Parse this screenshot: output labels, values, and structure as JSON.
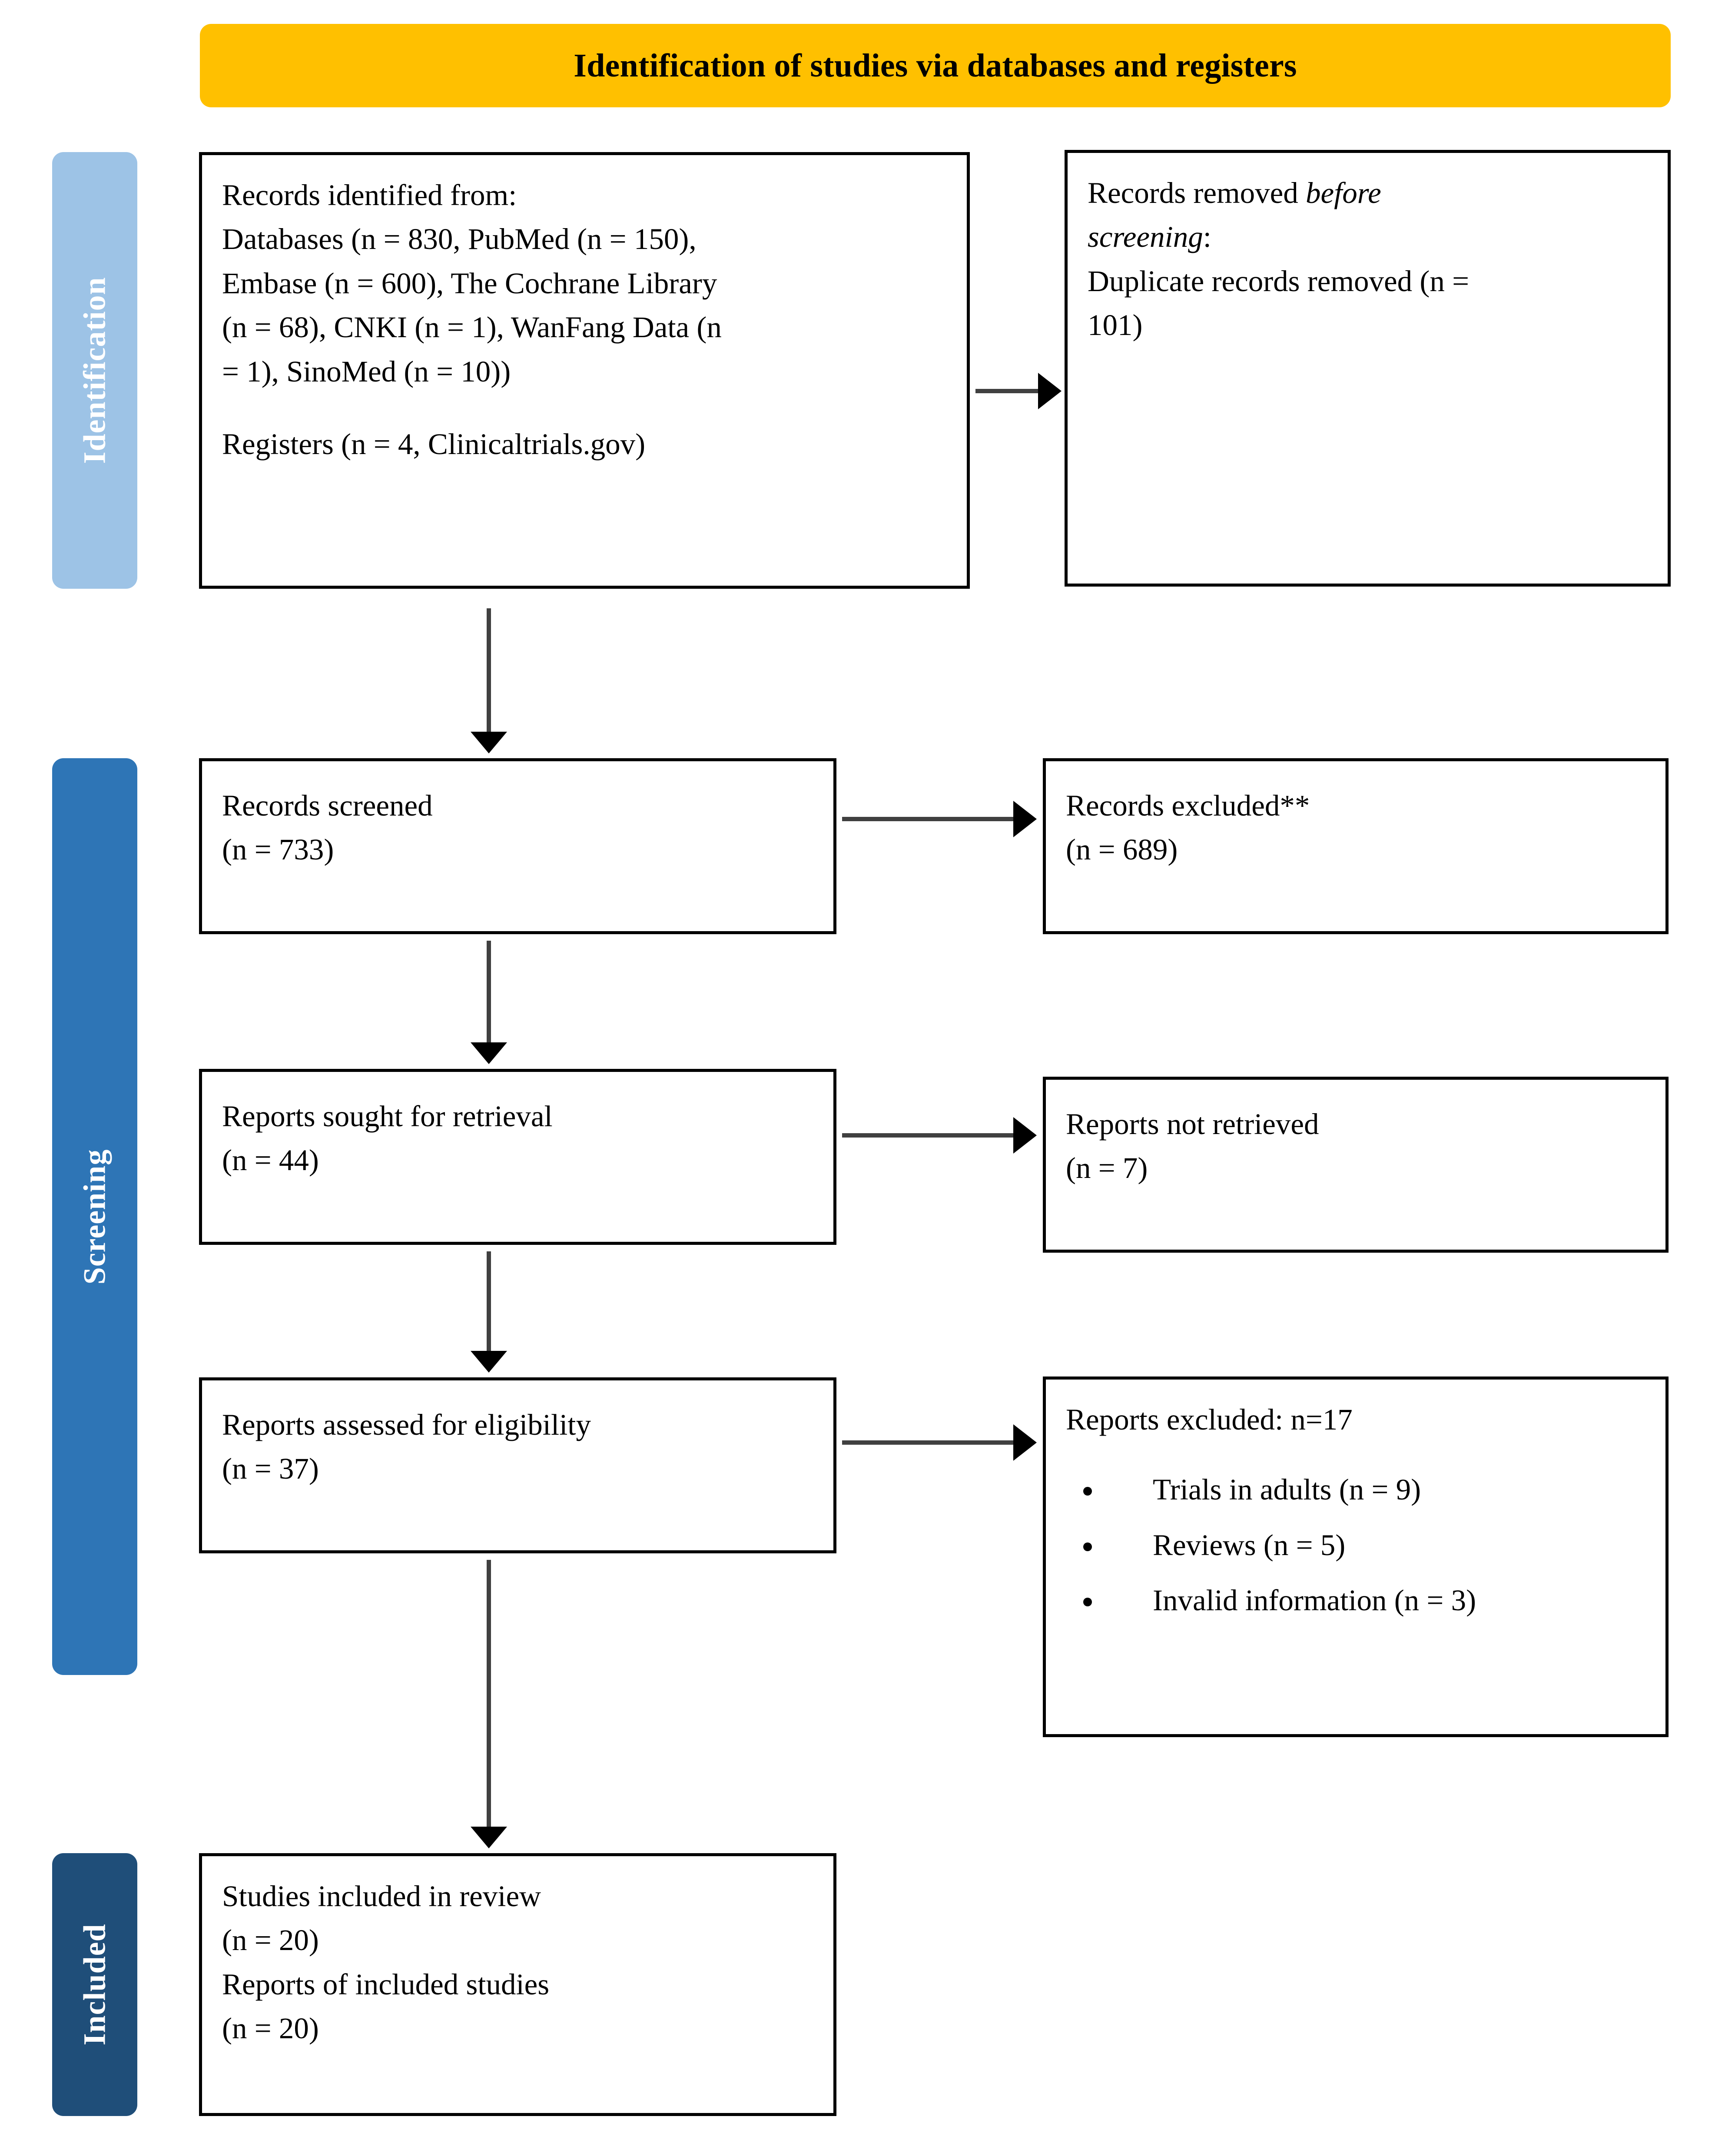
{
  "header": {
    "title": "Identification of studies via databases and registers",
    "color": "#FFC000"
  },
  "stages": [
    {
      "label": "Identification",
      "color": "#9DC3E6"
    },
    {
      "label": "Screening",
      "color": "#2E75B6"
    },
    {
      "label": "Included",
      "color": "#1F4E79"
    }
  ],
  "boxes": {
    "identified": {
      "line1": "Records identified from:",
      "line2": "Databases (n = 830, PubMed (n = 150),",
      "line3": "Embase (n = 600), The Cochrane Library",
      "line4": "(n = 68), CNKI (n = 1), WanFang Data (n",
      "line5": "= 1), SinoMed (n = 10))",
      "line6": "Registers (n = 4, Clinicaltrials.gov)"
    },
    "removed": {
      "line1_a": "Records removed ",
      "line1_b": "before",
      "line2_a": "screening",
      "line2_b": ":",
      "line3": "Duplicate records removed (n =",
      "line4": "101)"
    },
    "screened": {
      "line1": "Records screened",
      "line2": "(n = 733)"
    },
    "records_excluded": {
      "line1": "Records excluded**",
      "line2": "(n = 689)"
    },
    "sought": {
      "line1": "Reports sought for retrieval",
      "line2": "(n = 44)"
    },
    "not_retrieved": {
      "line1": "Reports not retrieved",
      "line2": "(n = 7)"
    },
    "assessed": {
      "line1": "Reports assessed for eligibility",
      "line2": "(n = 37)"
    },
    "reports_excluded": {
      "heading": "Reports excluded: n=17",
      "items": [
        "Trials in adults (n = 9)",
        "Reviews (n = 5)",
        "Invalid information (n = 3)"
      ]
    },
    "included": {
      "line1": "Studies included in review",
      "line2": "(n = 20)",
      "line3": "Reports of included studies",
      "line4": "(n = 20)"
    }
  }
}
